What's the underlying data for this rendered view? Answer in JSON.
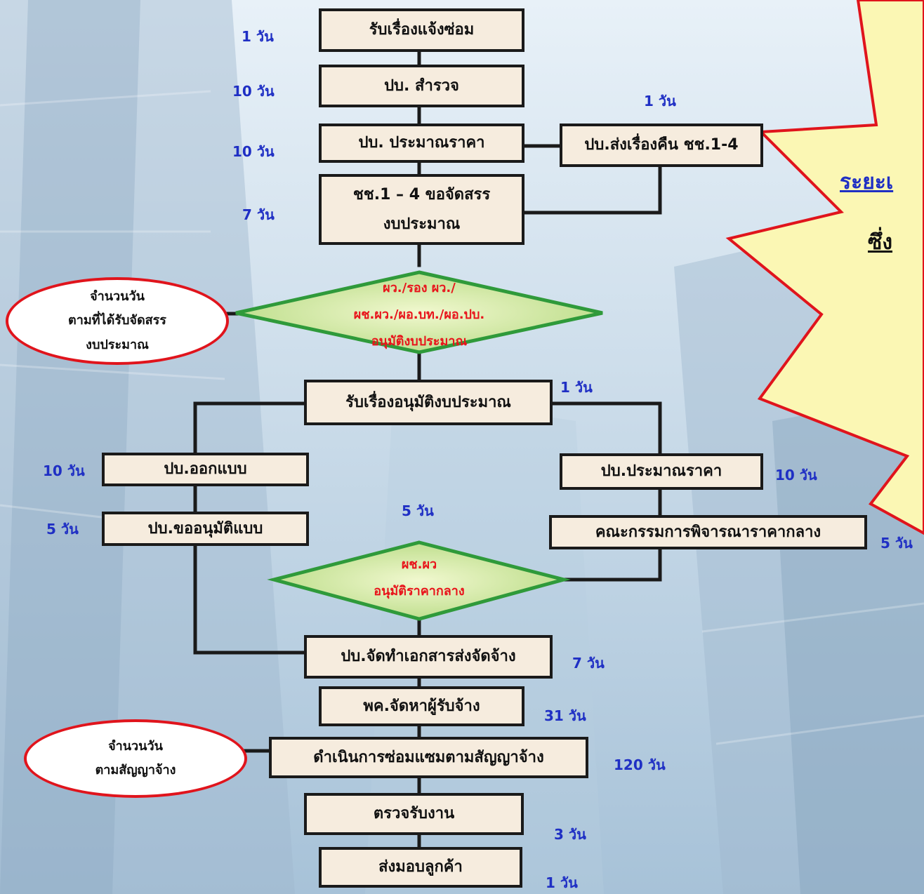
{
  "steps": {
    "receive_report": "รับเรื่องแจ้งซ่อม",
    "survey": "ปบ. สำรวจ",
    "estimate": "ปบ. ประมาณราคา",
    "return_doc": "ปบ.ส่งเรื่องคืน ชช.1-4",
    "request_budget": "ชช.1 – 4 ขอจัดสรร\nงบประมาณ",
    "receive_approval": "รับเรื่องอนุมัติงบประมาณ",
    "design": "ปบ.ออกแบบ",
    "request_design_approval": "ปบ.ขออนุมัติแบบ",
    "estimate_right": "ปบ.ประมาณราคา",
    "committee": "คณะกรรมการพิจารณาราคากลาง",
    "prepare_docs": "ปบ.จัดทำเอกสารส่งจัดจ้าง",
    "procure": "พค.จัดหาผู้รับจ้าง",
    "repair": "ดำเนินการซ่อมแซมตามสัญญาจ้าง",
    "inspect": "ตรวจรับงาน",
    "deliver": "ส่งมอบลูกค้า"
  },
  "decisions": {
    "budget_approval": "ผว./รอง ผว./\nผช.ผว./ผอ.บท./ผอ.ปบ.\nอนุมัติงบประมาณ",
    "price_approval": "ผช.ผว\nอนุมัติราคากลาง"
  },
  "notes": {
    "budget_days": "จำนวนวัน\nตามที่ได้รับจัดสรร\nงบประมาณ",
    "contract_days": "จำนวนวัน\nตามสัญญาจ้าง"
  },
  "durations": {
    "receive_report": "1 วัน",
    "survey": "10 วัน",
    "estimate": "10 วัน",
    "return_doc": "1 วัน",
    "request_budget": "7 วัน",
    "receive_approval": "1 วัน",
    "design": "10 วัน",
    "request_design_approval": "5 วัน",
    "price_approval": "5 วัน",
    "estimate_right": "10 วัน",
    "committee": "5 วัน",
    "prepare_docs": "7 วัน",
    "procure": "31 วัน",
    "repair": "120 วัน",
    "inspect": "3 วัน",
    "deliver": "1 วัน"
  },
  "callout": {
    "line1": "ระยะเ",
    "line2": "ซึ่ง"
  },
  "colors": {
    "box_fill": "#f6ecde",
    "duration_blue": "#1f2fc4",
    "decision_red": "#e8141b",
    "decision_fill": "#c5e29a",
    "callout_fill": "#fbf7b4",
    "callout_border": "#e0141c"
  }
}
